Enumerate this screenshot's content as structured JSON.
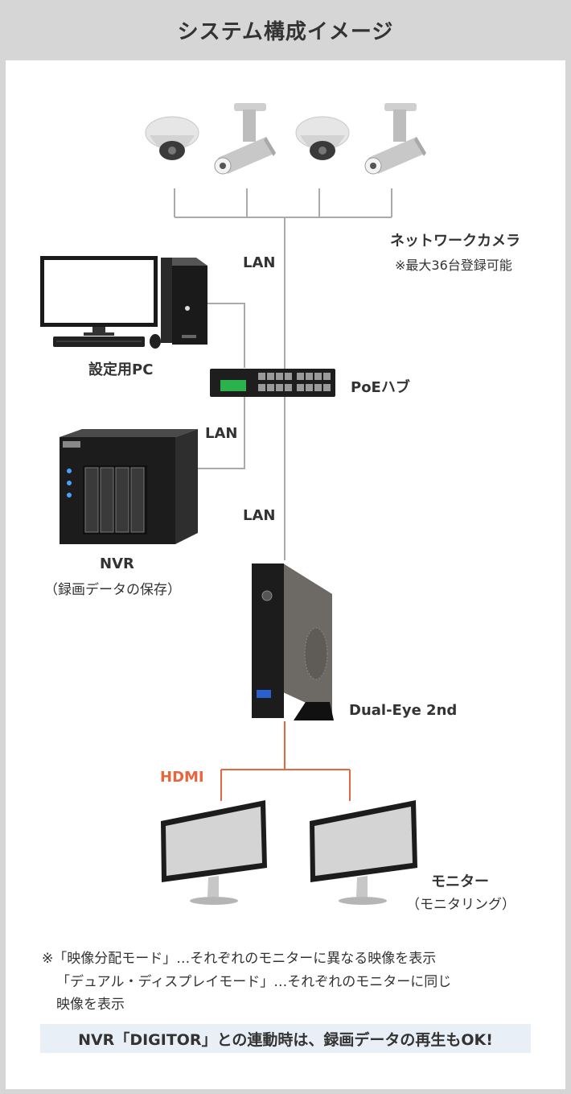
{
  "title": "システム構成イメージ",
  "labels": {
    "lan_top": "LAN",
    "lan_mid": "LAN",
    "lan_bottom": "LAN",
    "network_camera": "ネットワークカメラ",
    "camera_note": "※最大36台登録可能",
    "pc": "設定用PC",
    "poe_hub": "PoEハブ",
    "nvr": "NVR",
    "nvr_note": "（録画データの保存）",
    "dual_eye": "Dual-Eye 2nd",
    "hdmi": "HDMI",
    "monitor": "モニター",
    "monitor_note": "（モニタリング）"
  },
  "notes": {
    "line1": "※「映像分配モード」…それぞれのモニターに異なる映像を表示",
    "line2": "「デュアル・ディスプレイモード」…それぞれのモニターに同じ",
    "line3": "映像を表示"
  },
  "bottom_message": "NVR「DIGITOR」との連動時は、録画データの再生もOK!",
  "colors": {
    "line": "#aaaaaa",
    "hdmi": "#e8663c",
    "highlight_bg": "#e9eff6",
    "header_bg": "#d6d6d6"
  }
}
